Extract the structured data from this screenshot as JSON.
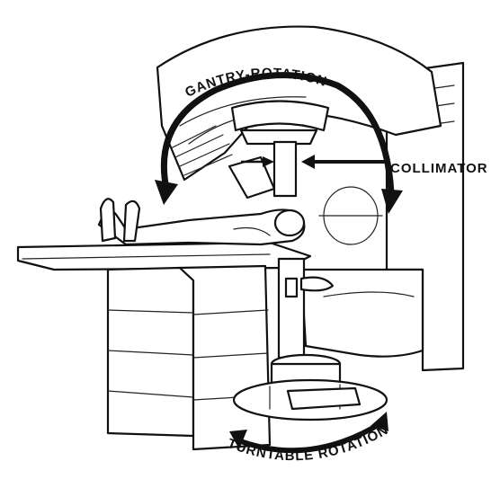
{
  "diagram": {
    "labels": {
      "gantry_rotation": "GANTRY-ROTATION",
      "collimator": "COLLIMATOR",
      "turntable_rotation": "TURNTABLE ROTATION"
    },
    "colors": {
      "ink": "#111111",
      "background": "#ffffff"
    }
  }
}
